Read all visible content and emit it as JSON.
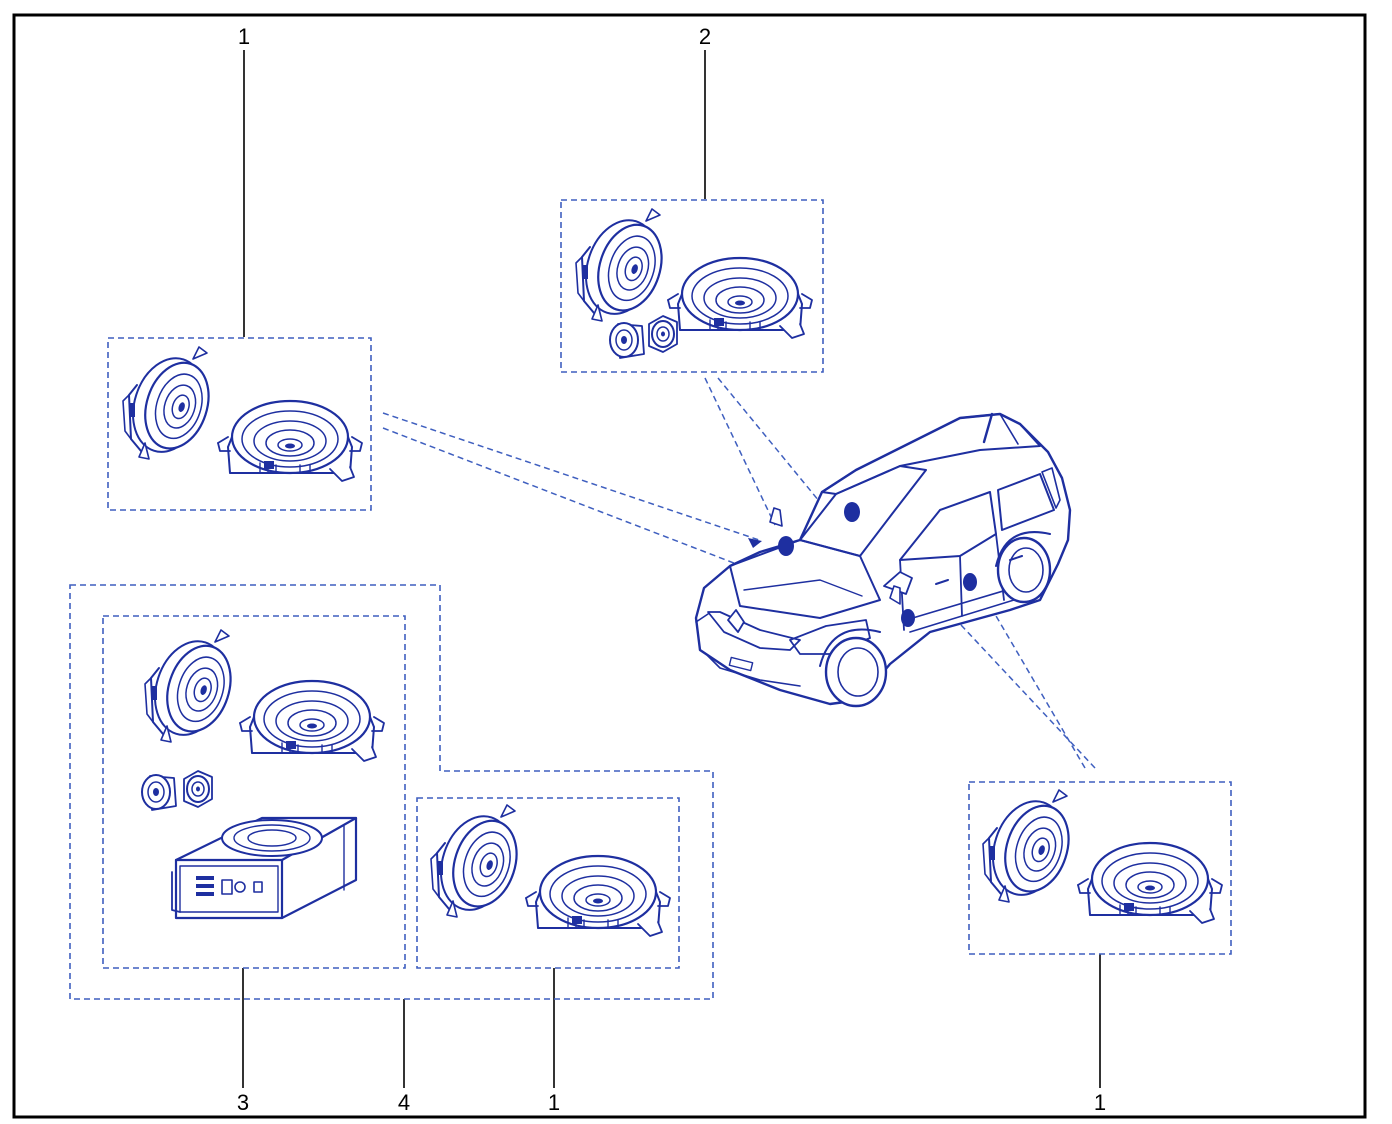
{
  "colors": {
    "frame": "#000000",
    "line_art": "#1e2fa0",
    "dashed_box": "#3f5fbf",
    "pointer": "#3f5fbf",
    "text": "#000000"
  },
  "callouts": {
    "top_left": "1",
    "top_center": "2",
    "bottom_3": "3",
    "bottom_4": "4",
    "bottom_1_mid": "1",
    "bottom_1_right": "1"
  },
  "components": {
    "car": "car-illustration",
    "round_speaker": "round-speaker-icon",
    "flange_speaker": "flange-speaker-icon",
    "tweeter": "tweeter-icon",
    "subwoofer": "subwoofer-box-icon"
  }
}
